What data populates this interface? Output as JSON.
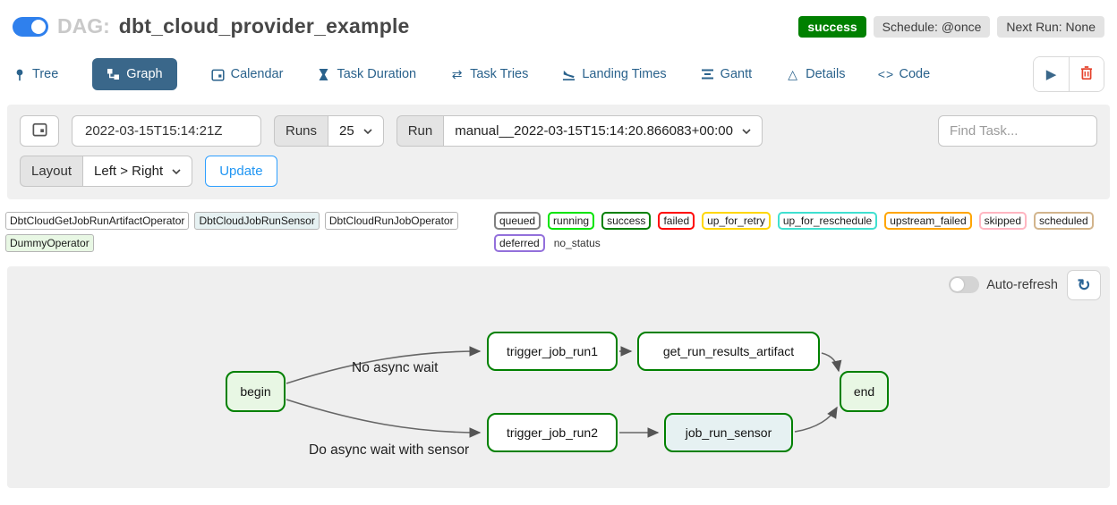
{
  "header": {
    "dag_prefix": "DAG:",
    "dag_name": "dbt_cloud_provider_example",
    "badges": {
      "status": "success",
      "schedule": "Schedule: @once",
      "next_run": "Next Run: None"
    }
  },
  "tabs": {
    "items": [
      {
        "label": "Tree",
        "icon": "tree-pin-icon"
      },
      {
        "label": "Graph",
        "icon": "graph-icon"
      },
      {
        "label": "Calendar",
        "icon": "calendar-icon"
      },
      {
        "label": "Task Duration",
        "icon": "hourglass-icon"
      },
      {
        "label": "Task Tries",
        "icon": "repeat-icon",
        "glyph": "⇄"
      },
      {
        "label": "Landing Times",
        "icon": "plane-landing-icon"
      },
      {
        "label": "Gantt",
        "icon": "gantt-icon"
      },
      {
        "label": "Details",
        "icon": "warning-triangle-icon",
        "glyph": "△"
      },
      {
        "label": "Code",
        "icon": "code-icon",
        "glyph": "<>"
      }
    ],
    "active_tab": "Graph"
  },
  "header_actions": {
    "play_glyph": "▶",
    "icons": [
      "trigger-dag-play-icon",
      "delete-dag-trash-icon"
    ]
  },
  "toolbar": {
    "base_date": "2022-03-15T15:14:21Z",
    "runs_label": "Runs",
    "runs_value": "25",
    "run_label": "Run",
    "run_value": "manual__2022-03-15T15:14:20.866083+00:00",
    "find_task_placeholder": "Find Task...",
    "layout_label": "Layout",
    "layout_value": "Left > Right",
    "update_label": "Update"
  },
  "legend": {
    "operators": [
      {
        "label": "DbtCloudGetJobRunArtifactOperator",
        "bg": "#ffffff"
      },
      {
        "label": "DbtCloudJobRunSensor",
        "bg": "#e6f1f2"
      },
      {
        "label": "DbtCloudRunJobOperator",
        "bg": "#ffffff"
      },
      {
        "label": "DummyOperator",
        "bg": "#e8f7e4"
      }
    ],
    "states": [
      {
        "label": "queued",
        "color": "#808080"
      },
      {
        "label": "running",
        "color": "#00e400"
      },
      {
        "label": "success",
        "color": "#008000"
      },
      {
        "label": "failed",
        "color": "#ff0000"
      },
      {
        "label": "up_for_retry",
        "color": "#ffd700"
      },
      {
        "label": "up_for_reschedule",
        "color": "#40e0d0"
      },
      {
        "label": "upstream_failed",
        "color": "#ffa500"
      },
      {
        "label": "skipped",
        "color": "#ffb6c1"
      },
      {
        "label": "scheduled",
        "color": "#d2b48c"
      },
      {
        "label": "deferred",
        "color": "#9370db"
      }
    ],
    "no_status_label": "no_status"
  },
  "graph": {
    "auto_refresh_label": "Auto-refresh",
    "auto_refresh_on": false,
    "refresh_glyph": "↻",
    "edge_labels": {
      "top": "No async wait",
      "bottom": "Do async wait with sensor"
    },
    "nodes": [
      {
        "label": "begin",
        "fill": "#e8f7e4",
        "border": "#008000"
      },
      {
        "label": "trigger_job_run1",
        "fill": "#ffffff",
        "border": "#008000"
      },
      {
        "label": "get_run_results_artifact",
        "fill": "#ffffff",
        "border": "#008000"
      },
      {
        "label": "trigger_job_run2",
        "fill": "#ffffff",
        "border": "#008000"
      },
      {
        "label": "job_run_sensor",
        "fill": "#e6f1f2",
        "border": "#008000"
      },
      {
        "label": "end",
        "fill": "#e8f7e4",
        "border": "#008000"
      }
    ]
  }
}
